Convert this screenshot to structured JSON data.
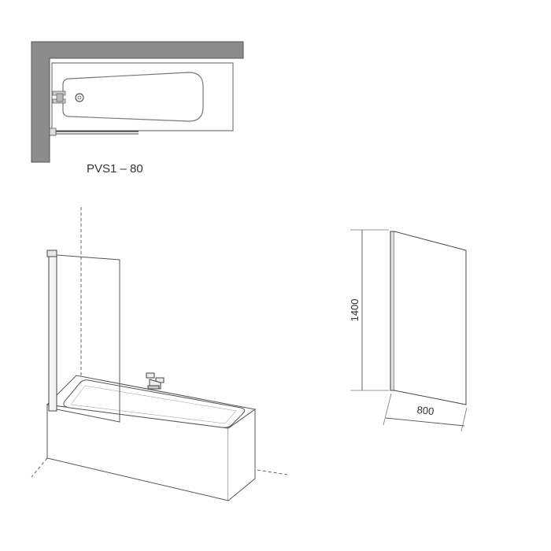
{
  "model_label": "PVS1 – 80",
  "dimensions": {
    "height": "1400",
    "width": "800"
  }
}
